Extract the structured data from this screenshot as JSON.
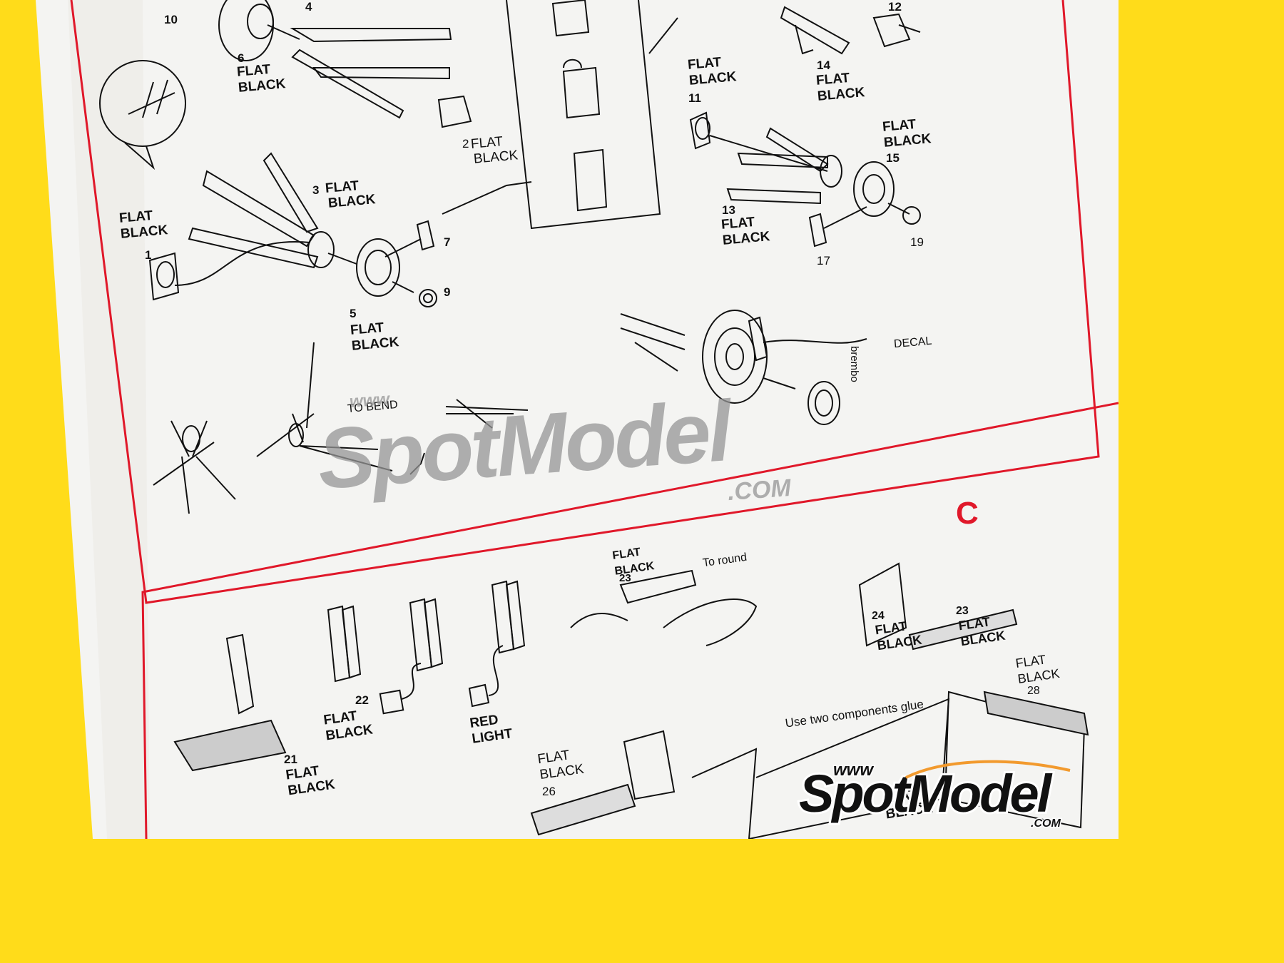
{
  "document": {
    "type": "model kit assembly instructions",
    "colors": {
      "background": "#ffdc1a",
      "paper": "#f4f4f2",
      "frame": "#e0182a",
      "ink": "#111111",
      "watermark": "#969696",
      "logo_accent": "#f29a2e"
    }
  },
  "section_b": {
    "parts": [
      {
        "num": "10",
        "paint": ""
      },
      {
        "num": "4",
        "paint": ""
      },
      {
        "num": "6",
        "paint": "FLAT\nBLACK"
      },
      {
        "num": "2",
        "paint": "FLAT\nBLACK"
      },
      {
        "num": "3",
        "paint": "FLAT\nBLACK"
      },
      {
        "num": "1",
        "paint": "FLAT\nBLACK"
      },
      {
        "num": "7",
        "paint": ""
      },
      {
        "num": "9",
        "paint": ""
      },
      {
        "num": "5",
        "paint": "FLAT\nBLACK"
      },
      {
        "num": "11",
        "paint": "FLAT\nBLACK"
      },
      {
        "num": "12",
        "paint": ""
      },
      {
        "num": "14",
        "paint": "FLAT\nBLACK"
      },
      {
        "num": "15",
        "paint": "FLAT\nBLACK"
      },
      {
        "num": "13",
        "paint": "FLAT\nBLACK"
      },
      {
        "num": "17",
        "paint": ""
      },
      {
        "num": "19",
        "paint": ""
      }
    ],
    "labels": {
      "p10": "10",
      "p4": "4",
      "p6": "6",
      "p6_paint": "FLAT\nBLACK",
      "p2": "2",
      "p2_paint_line1": "FLAT",
      "p2_paint_line2": "BLACK",
      "p3": "3",
      "p3_paint_line1": "FLAT",
      "p3_paint_line2": "BLACK",
      "p1_paint": "FLAT\nBLACK",
      "p1": "1",
      "p7": "7",
      "p9": "9",
      "p5": "5",
      "p5_paint": "FLAT\nBLACK",
      "p11_paint": "FLAT\nBLACK",
      "p11": "11",
      "p12": "12",
      "p14": "14",
      "p14_paint": "FLAT\nBLACK",
      "p15_paint": "FLAT\nBLACK",
      "p15": "15",
      "p13": "13",
      "p13_paint": "FLAT\nBLACK",
      "p17": "17",
      "p19": "19",
      "to_bend": "TO BEND",
      "decal": "DECAL",
      "decal_text": "brembo"
    }
  },
  "section_c": {
    "letter": "C",
    "labels": {
      "p23_paint": "FLAT\nBLACK",
      "p23": "23",
      "to_round": "To round",
      "p24": "24",
      "p24_paint": "FLAT\nBLACK",
      "p23b": "23",
      "p23b_paint": "FLAT\nBLACK",
      "p28_paint": "FLAT\nBLACK",
      "p28": "28",
      "p22": "22",
      "p22_paint": "FLAT\nBLACK",
      "red_light": "RED\nLIGHT",
      "p21": "21",
      "p21_paint": "FLAT\nBLACK",
      "p26_paint": "FLAT\nBLACK",
      "p26": "26",
      "glue_note": "Use two components glue",
      "bottom_paint": "FLAT\nBLACK"
    }
  },
  "watermark": {
    "www": "www",
    "brand": "SpotModel",
    "tld": ".COM"
  },
  "logo": {
    "www": "www",
    "brand": "SpotModel",
    "tld": ".COM"
  }
}
